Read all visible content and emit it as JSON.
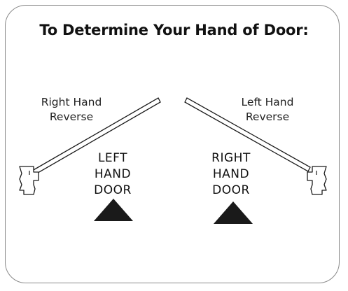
{
  "title": "To Determine Your Hand of Door:",
  "left_diagram": {
    "reverse_label_line1": "Right Hand",
    "reverse_label_line2": "Reverse",
    "door_label_line1": "LEFT",
    "door_label_line2": "HAND",
    "door_label_line3": "DOOR"
  },
  "right_diagram": {
    "reverse_label_line1": "Left Hand",
    "reverse_label_line2": "Reverse",
    "door_label_line1": "RIGHT",
    "door_label_line2": "HAND",
    "door_label_line3": "DOOR"
  },
  "colors": {
    "stroke": "#1a1a1a",
    "frame": "#8a8a8a",
    "triangle": "#1a1a1a"
  }
}
